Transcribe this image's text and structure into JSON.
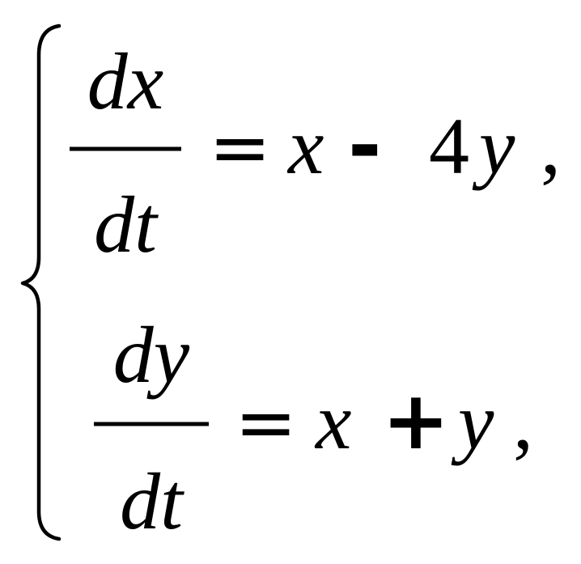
{
  "system": {
    "equation_1": {
      "numerator": "dx",
      "denominator": "dt",
      "equals": "=",
      "term_1": "x",
      "operator": "-",
      "coefficient": "4",
      "term_2": "y",
      "comma": ","
    },
    "equation_2": {
      "numerator": "dy",
      "denominator": "dt",
      "equals": "=",
      "term_1": "x",
      "operator": "+",
      "term_2": "y",
      "comma": ","
    }
  }
}
